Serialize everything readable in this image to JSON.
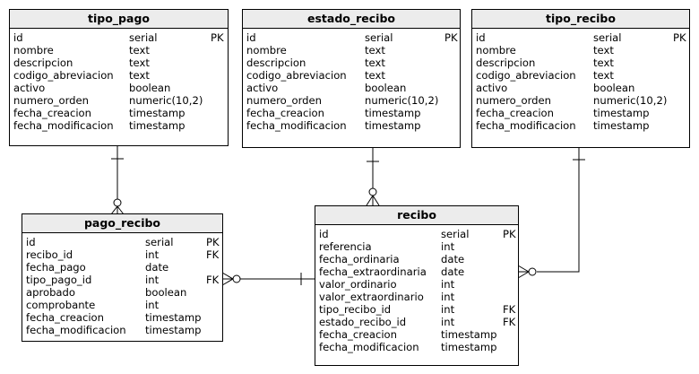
{
  "entities": [
    {
      "id": "tipo_pago",
      "title": "tipo_pago",
      "columns": [
        {
          "name": "id",
          "type": "serial",
          "key": "PK"
        },
        {
          "name": "nombre",
          "type": "text",
          "key": ""
        },
        {
          "name": "descripcion",
          "type": "text",
          "key": ""
        },
        {
          "name": "codigo_abreviacion",
          "type": "text",
          "key": ""
        },
        {
          "name": "activo",
          "type": "boolean",
          "key": ""
        },
        {
          "name": "numero_orden",
          "type": "numeric(10,2)",
          "key": ""
        },
        {
          "name": "fecha_creacion",
          "type": "timestamp",
          "key": ""
        },
        {
          "name": "fecha_modificacion",
          "type": "timestamp",
          "key": ""
        }
      ]
    },
    {
      "id": "estado_recibo",
      "title": "estado_recibo",
      "columns": [
        {
          "name": "id",
          "type": "serial",
          "key": "PK"
        },
        {
          "name": "nombre",
          "type": "text",
          "key": ""
        },
        {
          "name": "descripcion",
          "type": "text",
          "key": ""
        },
        {
          "name": "codigo_abreviacion",
          "type": "text",
          "key": ""
        },
        {
          "name": "activo",
          "type": "boolean",
          "key": ""
        },
        {
          "name": "numero_orden",
          "type": "numeric(10,2)",
          "key": ""
        },
        {
          "name": "fecha_creacion",
          "type": "timestamp",
          "key": ""
        },
        {
          "name": "fecha_modificacion",
          "type": "timestamp",
          "key": ""
        }
      ]
    },
    {
      "id": "tipo_recibo",
      "title": "tipo_recibo",
      "columns": [
        {
          "name": "id",
          "type": "serial",
          "key": "PK"
        },
        {
          "name": "nombre",
          "type": "text",
          "key": ""
        },
        {
          "name": "descripcion",
          "type": "text",
          "key": ""
        },
        {
          "name": "codigo_abreviacion",
          "type": "text",
          "key": ""
        },
        {
          "name": "activo",
          "type": "boolean",
          "key": ""
        },
        {
          "name": "numero_orden",
          "type": "numeric(10,2)",
          "key": ""
        },
        {
          "name": "fecha_creacion",
          "type": "timestamp",
          "key": ""
        },
        {
          "name": "fecha_modificacion",
          "type": "timestamp",
          "key": ""
        }
      ]
    },
    {
      "id": "pago_recibo",
      "title": "pago_recibo",
      "columns": [
        {
          "name": "id",
          "type": "serial",
          "key": "PK"
        },
        {
          "name": "recibo_id",
          "type": "int",
          "key": "FK"
        },
        {
          "name": "fecha_pago",
          "type": "date",
          "key": ""
        },
        {
          "name": "tipo_pago_id",
          "type": "int",
          "key": "FK"
        },
        {
          "name": "aprobado",
          "type": "boolean",
          "key": ""
        },
        {
          "name": "comprobante",
          "type": "int",
          "key": ""
        },
        {
          "name": "fecha_creacion",
          "type": "timestamp",
          "key": ""
        },
        {
          "name": "fecha_modificacion",
          "type": "timestamp",
          "key": ""
        }
      ]
    },
    {
      "id": "recibo",
      "title": "recibo",
      "columns": [
        {
          "name": "id",
          "type": "serial",
          "key": "PK"
        },
        {
          "name": "referencia",
          "type": "int",
          "key": ""
        },
        {
          "name": "fecha_ordinaria",
          "type": "date",
          "key": ""
        },
        {
          "name": "fecha_extraordinaria",
          "type": "date",
          "key": ""
        },
        {
          "name": "valor_ordinario",
          "type": "int",
          "key": ""
        },
        {
          "name": "valor_extraordinario",
          "type": "int",
          "key": ""
        },
        {
          "name": "tipo_recibo_id",
          "type": "int",
          "key": "FK"
        },
        {
          "name": "estado_recibo_id",
          "type": "int",
          "key": "FK"
        },
        {
          "name": "fecha_creacion",
          "type": "timestamp",
          "key": ""
        },
        {
          "name": "fecha_modificacion",
          "type": "timestamp",
          "key": ""
        }
      ]
    }
  ],
  "relationships": [
    {
      "from": "tipo_pago",
      "to": "pago_recibo",
      "one": "|",
      "many": "o<"
    },
    {
      "from": "estado_recibo",
      "to": "recibo",
      "one": "|",
      "many": "o<"
    },
    {
      "from": "tipo_recibo",
      "to": "recibo",
      "one": "|",
      "many": "o<"
    },
    {
      "from": "recibo",
      "to": "pago_recibo",
      "one": "|",
      "many": "o<"
    }
  ]
}
